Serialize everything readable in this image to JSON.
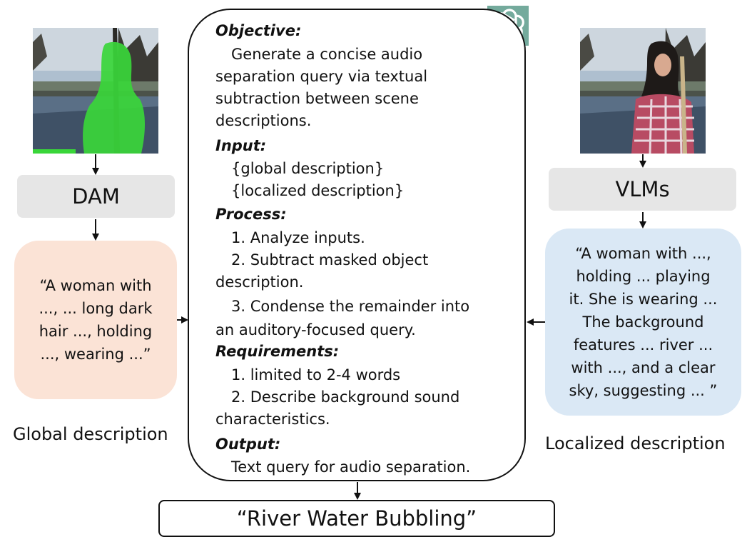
{
  "left": {
    "model_label": "DAM",
    "description": "“A woman with\n..., ... long dark\nhair ..., holding\n..., wearing ...”",
    "caption": "Global description"
  },
  "right": {
    "model_label": "VLMs",
    "description": "“A woman with ...,\nholding ... playing\nit. She is wearing ...\nThe background\nfeatures ... river ...\nwith ..., and a clear\nsky, suggesting ... ”",
    "caption": "Localized description"
  },
  "prompt": {
    "objective_heading": "Objective:",
    "objective_lines": [
      "Generate a concise audio",
      "separation query via textual",
      "subtraction between scene",
      "descriptions."
    ],
    "input_heading": "Input:",
    "input_lines": [
      "{global description}",
      "{localized description}"
    ],
    "process_heading": "Process:",
    "process_lines": [
      "1. Analyze inputs.",
      "2. Subtract masked object",
      "description.",
      "3. Condense the remainder into",
      "an auditory-focused query."
    ],
    "requirements_heading": "Requirements:",
    "requirements_lines": [
      "1. limited to 2-4 words",
      "2. Describe background sound",
      "characteristics."
    ],
    "output_heading": "Output:",
    "output_lines": [
      "Text query for audio separation."
    ]
  },
  "result": "“River Water Bubbling”",
  "colors": {
    "left_box": "#fbe3d6",
    "right_box": "#dae8f5",
    "model_box": "#e6e6e6",
    "logo": "#74aa9c",
    "mask": "#39d639"
  },
  "icons": {
    "logo": "openai-logo-icon"
  }
}
